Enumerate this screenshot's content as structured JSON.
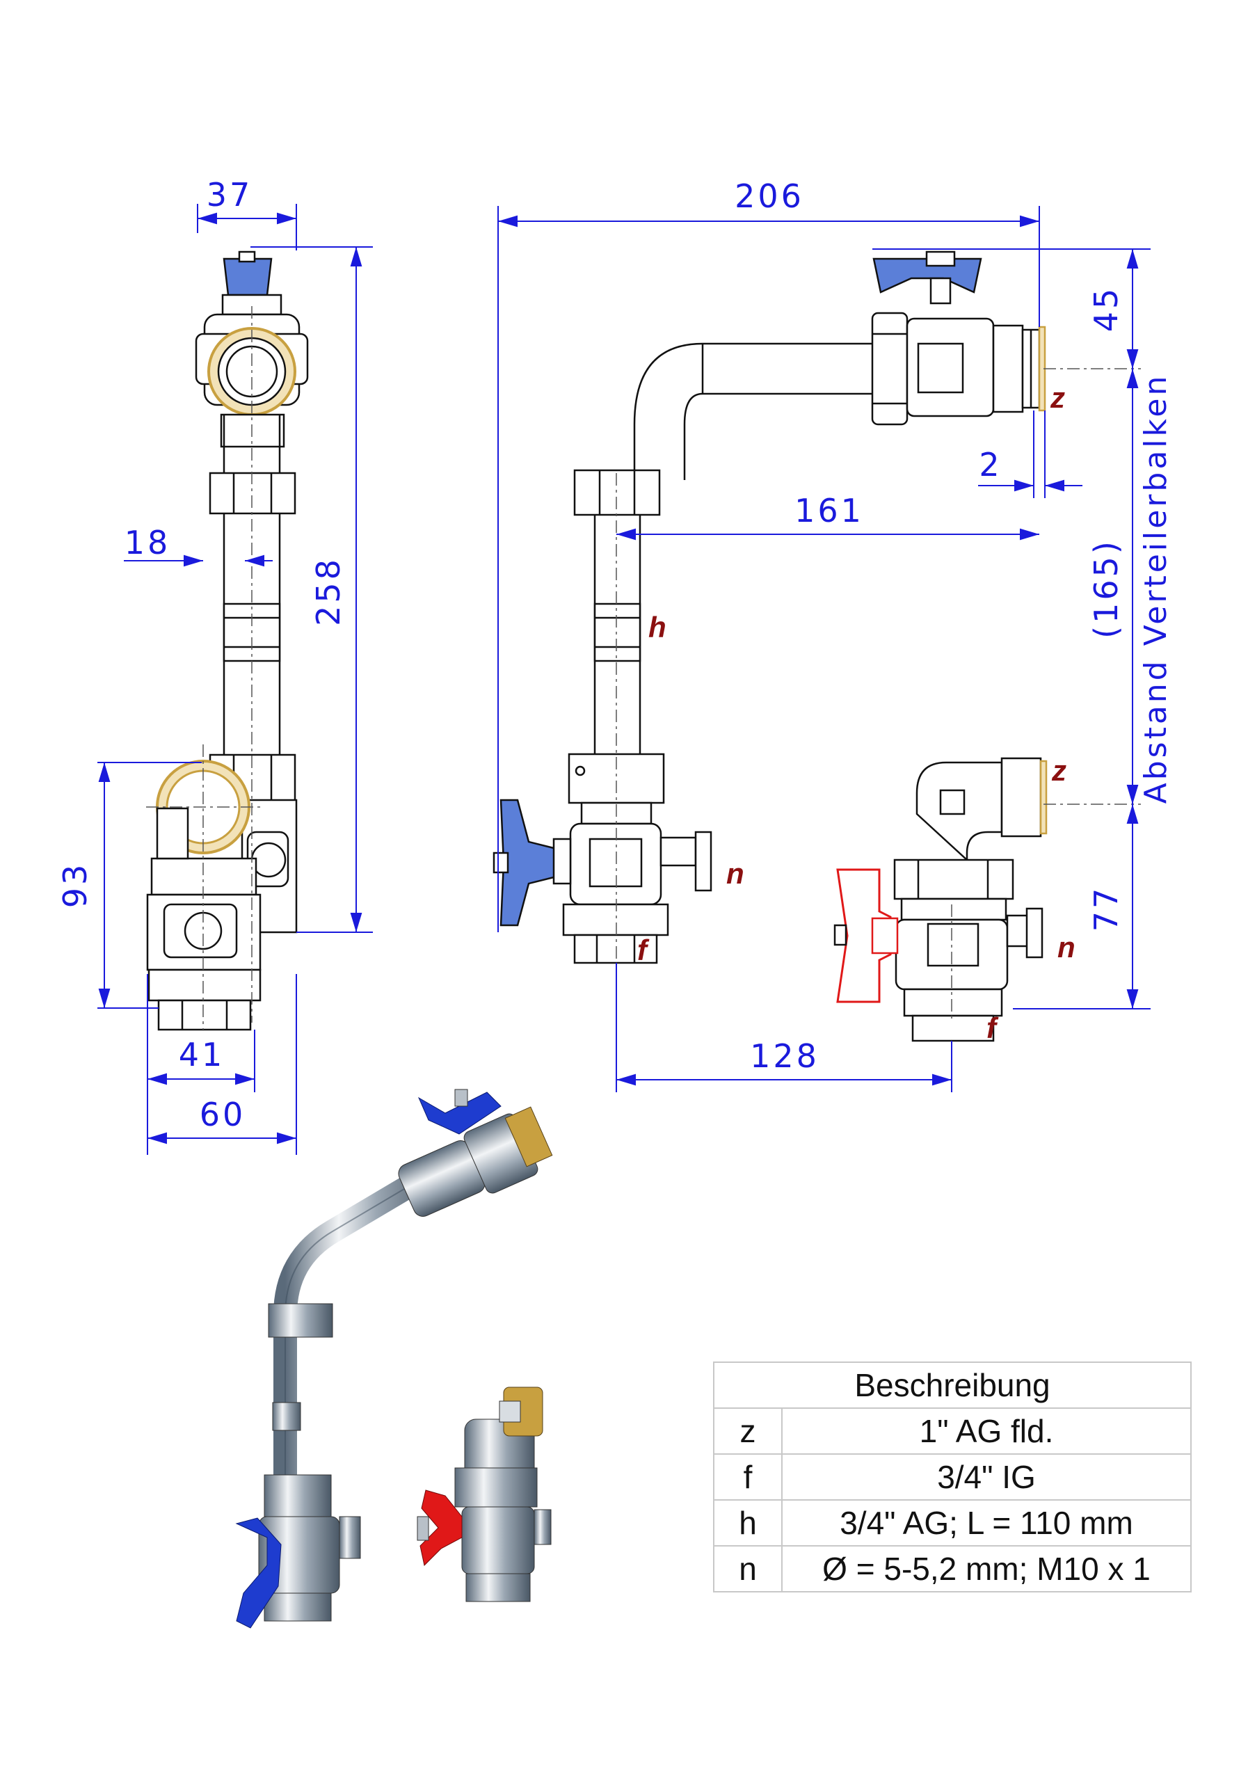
{
  "dimensions": {
    "d37": "37",
    "d18": "18",
    "d258": "258",
    "d93": "93",
    "d41": "41",
    "d60": "60",
    "d206": "206",
    "d45": "45",
    "d2": "2",
    "d161": "161",
    "d165": "(165)",
    "d77": "77",
    "d128": "128"
  },
  "side_label": "Abstand Verteilerbalken",
  "part_labels": {
    "z_top": "z",
    "h": "h",
    "n_left": "n",
    "f_left": "f",
    "z_right": "z",
    "n_right": "n",
    "f_right": "f"
  },
  "colors": {
    "dimension": "#1a1adc",
    "label": "#8b1010",
    "outline": "#111111",
    "handle_blue": "#1e3ccf",
    "handle_red": "#e01818",
    "brass": "#e8c878"
  },
  "table": {
    "header": "Beschreibung",
    "rows": [
      {
        "key": "z",
        "value": "1\" AG fld."
      },
      {
        "key": "f",
        "value": "3/4\" IG"
      },
      {
        "key": "h",
        "value": "3/4\" AG; L = 110 mm"
      },
      {
        "key": "n",
        "value": "Ø = 5-5,2 mm; M10 x 1"
      }
    ]
  }
}
